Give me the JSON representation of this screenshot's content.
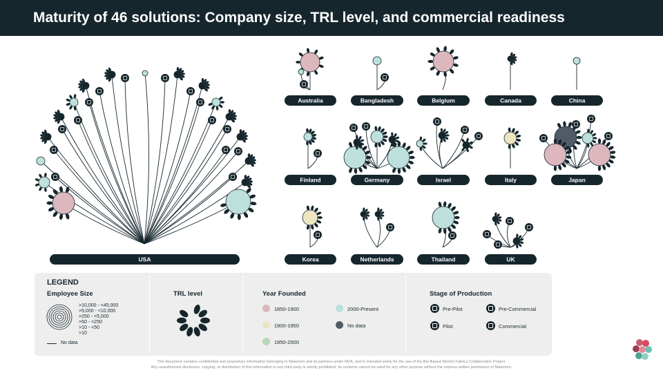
{
  "title": "Maturity of 46 solutions: Company size, TRL level, and commercial readiness",
  "countries": [
    "USA",
    "Australia",
    "Bangladesh",
    "Belgium",
    "Canada",
    "China",
    "Finland",
    "Germany",
    "Israel",
    "Italy",
    "Japan",
    "Korea",
    "Netherlands",
    "Thailand",
    "UK"
  ],
  "legend": {
    "title": "LEGEND",
    "employee_size": {
      "heading": "Employee Size",
      "items": [
        ">10,000 - <45,000",
        ">5,000 - <10,000",
        ">250 - <5,000",
        ">50 - <250",
        ">10 - <50",
        ">10"
      ],
      "no_data": "No data"
    },
    "trl": {
      "heading": "TRL level"
    },
    "year_founded": {
      "heading": "Year Founded",
      "items": [
        {
          "label": "1850-1900",
          "color": "#dcb7bd"
        },
        {
          "label": "2000-Present",
          "color": "#bde0dc"
        },
        {
          "label": "1900-1950",
          "color": "#ede5c2"
        },
        {
          "label": "No data",
          "color": "#505b66"
        },
        {
          "label": "1950-2000",
          "color": "#b9d7b9"
        }
      ]
    },
    "stage": {
      "heading": "Stage of Production",
      "items": [
        "Pre-Pilot",
        "Pre-Commercial",
        "Pilot",
        "Commercial"
      ]
    }
  },
  "footer": {
    "line1": "This document contains confidential and proprietary information belonging to Materiom and its partners under NDA, and is intended solely for the use of the Bio-Based Stretch Fabrics Collaboration Project.",
    "line2": "Any unauthorized disclosure, copying, or distribution of this information to any third party is strictly prohibited. Its contents cannot be used for any other purpose without the express written permission of Materiom."
  },
  "colors": {
    "dark": "#16262d",
    "pink": "#dcb7bd",
    "teal": "#bde0dc",
    "cream": "#ede5c2",
    "green": "#b9d7b9",
    "grey": "#505b66"
  }
}
